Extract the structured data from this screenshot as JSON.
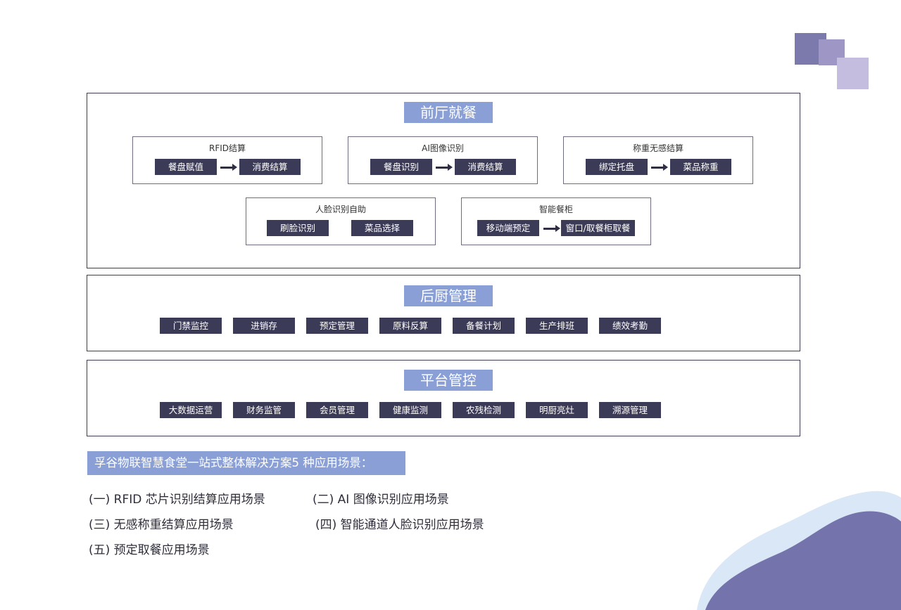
{
  "front": {
    "title": "前厅就餐",
    "rfid": {
      "title": "RFID结算",
      "a": "餐盘赋值",
      "b": "消费结算"
    },
    "ai": {
      "title": "AI图像识别",
      "a": "餐盘识别",
      "b": "消费结算"
    },
    "weigh": {
      "title": "称重无感结算",
      "a": "绑定托盘",
      "b": "菜品称重"
    },
    "face": {
      "title": "人脸识别自助",
      "a": "刷脸识别",
      "b": "菜品选择"
    },
    "cabinet": {
      "title": "智能餐柜",
      "a": "移动端预定",
      "b": "窗口/取餐柜取餐"
    }
  },
  "kitchen": {
    "title": "后厨管理",
    "items": [
      "门禁监控",
      "进销存",
      "预定管理",
      "原料反算",
      "备餐计划",
      "生产排班",
      "绩效考勤"
    ]
  },
  "platform": {
    "title": "平台管控",
    "items": [
      "大数据运营",
      "财务监管",
      "会员管理",
      "健康监测",
      "农残检测",
      "明厨亮灶",
      "溯源管理"
    ]
  },
  "banner": "孚谷物联智慧食堂一站式整体解决方案5 种应用场景：",
  "scenes": [
    "(一) RFID 芯片识别结算应用场景",
    "(二) AI 图像识别应用场景",
    "(三) 无感称重结算应用场景",
    "(四) 智能通道人脸识别应用场景",
    "(五) 预定取餐应用场景"
  ],
  "colors": {
    "title_bg": "#8a9fd6",
    "chip_bg": "#3c3b57",
    "blob_dark": "#7473ac",
    "blob_light": "#d9e7f6"
  }
}
